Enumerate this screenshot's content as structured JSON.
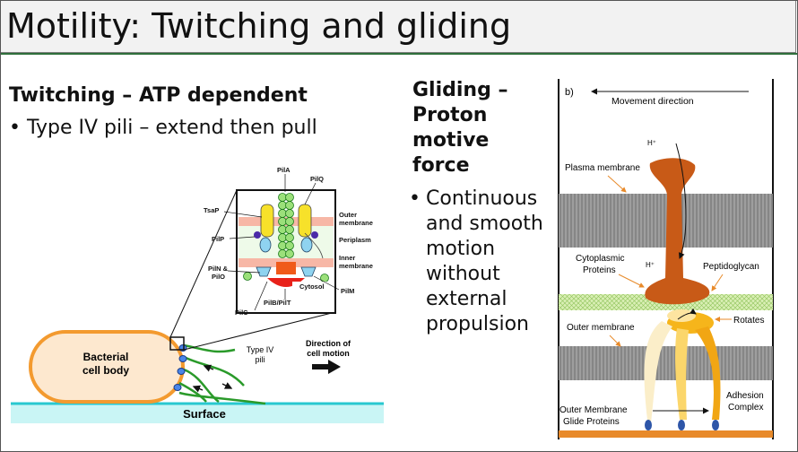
{
  "slide": {
    "title": "Motility: Twitching and gliding",
    "left": {
      "heading": "Twitching – ATP dependent",
      "bullet": "• Type IV pili – extend then pull"
    },
    "right": {
      "heading": "Gliding – Proton motive force",
      "bullet_marker": "•",
      "bullet": "Continuous and smooth motion without external propulsion"
    }
  },
  "twitching_diagram": {
    "labels": {
      "pilA": "PilA",
      "pilQ": "PilQ",
      "tsaP": "TsaP",
      "outer": "Outer",
      "membrane": "membrane",
      "pilP": "PilP",
      "periplasm": "Periplasm",
      "inner": "Inner",
      "membrane2": "membrane",
      "pilN": "PilN &",
      "pilO": "PilO",
      "cytosol": "Cytosol",
      "pilM": "PilM",
      "pilC": "PilC",
      "pilBT": "PilB/PilT",
      "cell1": "Bacterial",
      "cell2": "cell body",
      "pili1": "Type IV",
      "pili2": "pili",
      "dir1": "Direction of",
      "dir2": "cell motion",
      "surface": "Surface"
    }
  },
  "gliding_diagram": {
    "labels": {
      "panel": "b)",
      "movement": "Movement direction",
      "hplus": "H⁺",
      "plasma": "Plasma membrane",
      "cyto1": "Cytoplasmic",
      "cyto2": "Proteins",
      "pepti": "Peptidoglycan",
      "rotates": "Rotates",
      "outer": "Outer membrane",
      "glide1": "Outer Membrane",
      "glide2": "Glide Proteins",
      "adh1": "Adhesion",
      "adh2": "Complex"
    }
  }
}
